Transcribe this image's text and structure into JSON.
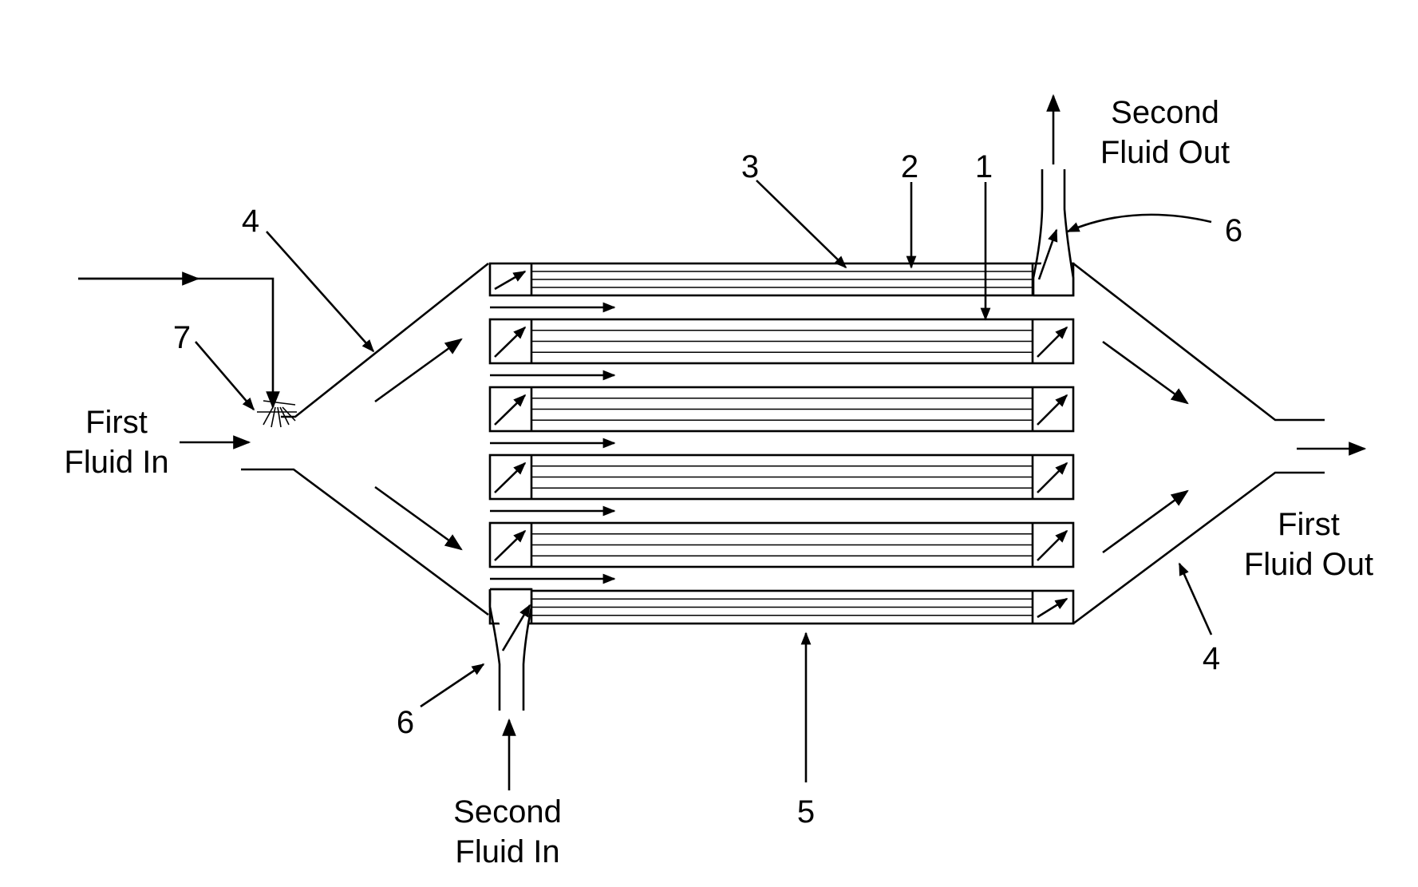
{
  "labels": {
    "first_fluid_in": [
      "First",
      "Fluid In"
    ],
    "first_fluid_out": [
      "First",
      "Fluid Out"
    ],
    "second_fluid_in": [
      "Second",
      "Fluid In"
    ],
    "second_fluid_out": [
      "Second",
      "Fluid Out"
    ]
  },
  "reference_numerals": {
    "tube": "1",
    "fin": "2",
    "shell": "3",
    "header_left": "4",
    "header_right": "4",
    "bottom_plate": "5",
    "connector_in": "6",
    "connector_out": "6",
    "injector": "7"
  },
  "tube_rows": 6
}
